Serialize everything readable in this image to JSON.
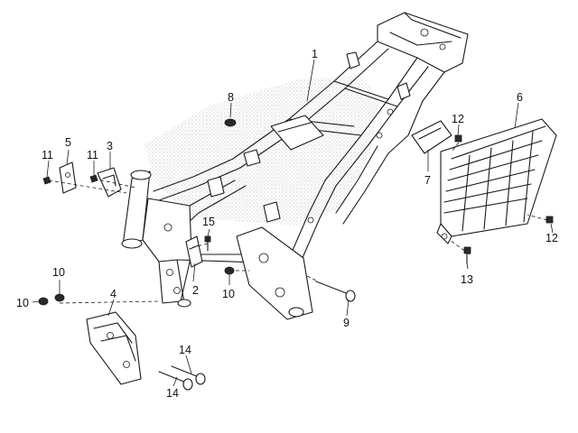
{
  "diagram": {
    "callouts": {
      "c1": "1",
      "c2": "2",
      "c3": "3",
      "c4": "4",
      "c5": "5",
      "c6": "6",
      "c7": "7",
      "c8": "8",
      "c9": "9",
      "c10a": "10",
      "c10b": "10",
      "c10c": "10",
      "c11a": "11",
      "c11b": "11",
      "c12a": "12",
      "c12b": "12",
      "c13": "13",
      "c14a": "14",
      "c14b": "14",
      "c15": "15"
    }
  }
}
